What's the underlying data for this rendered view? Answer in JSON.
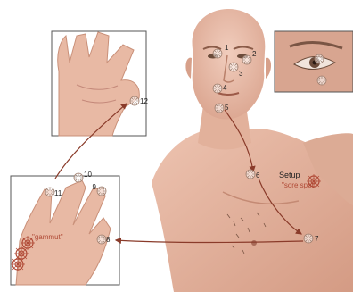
{
  "figure": {
    "colors": {
      "skin": "#e7b7a2",
      "skin_dark": "#c98f78",
      "skin_light": "#f1cdbd",
      "hair": "#6b4b3a",
      "arrow": "#8a3b2a",
      "target": "#b04a36",
      "box_border": "#555555",
      "label_text": "#222222",
      "quote_text": "#b04a36"
    },
    "points": [
      {
        "label": "1"
      },
      {
        "label": "2"
      },
      {
        "label": "3"
      },
      {
        "label": "4"
      },
      {
        "label": "5"
      },
      {
        "label": "6"
      },
      {
        "label": "7"
      },
      {
        "label": "8"
      },
      {
        "label": "9"
      },
      {
        "label": "10"
      },
      {
        "label": "11"
      },
      {
        "label": "12"
      }
    ],
    "setup": {
      "title": "Setup",
      "quote": "\"sore spot\""
    },
    "gamut": {
      "quote": "\"gammut\""
    },
    "insets": [
      {
        "name": "palm-inset",
        "icon": "open-palm"
      },
      {
        "name": "eye-inset",
        "icon": "eye-closeup"
      },
      {
        "name": "hand-back-inset",
        "icon": "back-of-hand"
      }
    ]
  }
}
